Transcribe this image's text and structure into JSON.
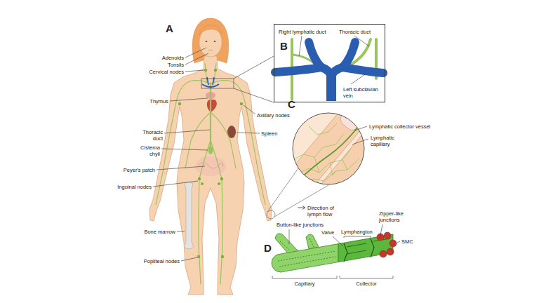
{
  "diagram": {
    "nodes": [
      {
        "text": [
          "B",
          "Right lymphatic duct",
          "Thoracic duct",
          "Left subclavian vein"
        ]
      },
      {
        "text": [
          "C"
        ]
      }
    ],
    "labels": [
      "A",
      "Adenoids",
      "Tonsils",
      "Cervical nodes",
      "Thymus",
      "Axillary nodes",
      "Spleen",
      "Thoracic duct",
      "Cisterna chyli",
      "Peyer's patch",
      "Inguinal nodes",
      "Bone marrow",
      "Popliteal nodes",
      "Lymphatic collector vessel",
      "Lymphatic capillary",
      "D",
      "Direction of lymph flow",
      "Zipper-like junctions",
      "SMC",
      "Button-like junctions",
      "Valve",
      "Lymphangion",
      "Capillary",
      "Collector"
    ]
  }
}
